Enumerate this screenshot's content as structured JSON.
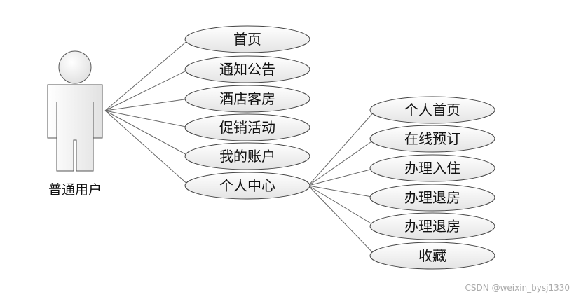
{
  "actor": {
    "label": "普通用户"
  },
  "use_cases": [
    {
      "id": "home",
      "label": "首页"
    },
    {
      "id": "notice",
      "label": "通知公告"
    },
    {
      "id": "hotel-rooms",
      "label": "酒店客房"
    },
    {
      "id": "promotions",
      "label": "促销活动"
    },
    {
      "id": "my-account",
      "label": "我的账户"
    },
    {
      "id": "personal-center",
      "label": "个人中心"
    }
  ],
  "sub_use_cases": [
    {
      "id": "personal-home",
      "label": "个人首页"
    },
    {
      "id": "online-booking",
      "label": "在线预订"
    },
    {
      "id": "check-in",
      "label": "办理入住"
    },
    {
      "id": "check-out-1",
      "label": "办理退房"
    },
    {
      "id": "check-out-2",
      "label": "办理退房"
    },
    {
      "id": "favorites",
      "label": "收藏"
    }
  ],
  "watermark": "CSDN @weixin_bysj1330"
}
